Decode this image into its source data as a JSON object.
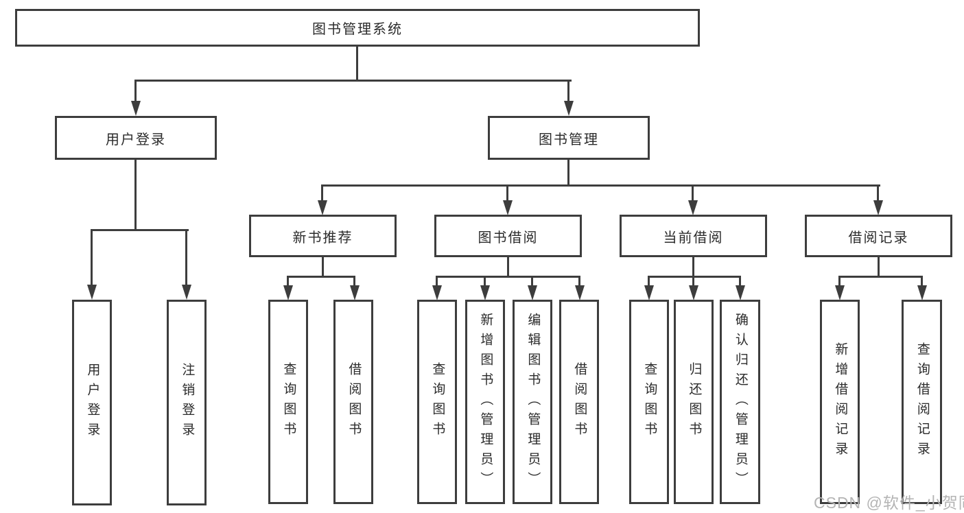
{
  "colors": {
    "line": "#3d3d3d",
    "text": "#2b2b2b",
    "box_bg": "#ffffff",
    "bg": "#ffffff",
    "watermark": "#b4b4b4"
  },
  "nodes": {
    "root": "图书管理系统",
    "user_login": "用户登录",
    "book_mgmt": "图书管理",
    "ul_user_login": "用户登录",
    "ul_logout": "注销登录",
    "new_book_rec": "新书推荐",
    "book_borrow": "图书借阅",
    "current_borrow": "当前借阅",
    "borrow_records": "借阅记录",
    "nb_query": "查询图书",
    "nb_borrow": "借阅图书",
    "bb_query": "查询图书",
    "bb_add": "新增图书（管理员）",
    "bb_edit": "编辑图书（管理员）",
    "bb_borrow": "借阅图书",
    "cb_query": "查询图书",
    "cb_return": "归还图书",
    "cb_confirm": "确认归还（管理员）",
    "br_add": "新增借阅记录",
    "br_query": "查询借阅记录"
  },
  "edges": [
    [
      "root",
      "user_login"
    ],
    [
      "root",
      "book_mgmt"
    ],
    [
      "user_login",
      "ul_user_login"
    ],
    [
      "user_login",
      "ul_logout"
    ],
    [
      "book_mgmt",
      "new_book_rec"
    ],
    [
      "book_mgmt",
      "book_borrow"
    ],
    [
      "book_mgmt",
      "current_borrow"
    ],
    [
      "book_mgmt",
      "borrow_records"
    ],
    [
      "new_book_rec",
      "nb_query"
    ],
    [
      "new_book_rec",
      "nb_borrow"
    ],
    [
      "book_borrow",
      "bb_query"
    ],
    [
      "book_borrow",
      "bb_add"
    ],
    [
      "book_borrow",
      "bb_edit"
    ],
    [
      "book_borrow",
      "bb_borrow"
    ],
    [
      "current_borrow",
      "cb_query"
    ],
    [
      "current_borrow",
      "cb_return"
    ],
    [
      "current_borrow",
      "cb_confirm"
    ],
    [
      "borrow_records",
      "br_add"
    ],
    [
      "borrow_records",
      "br_query"
    ]
  ],
  "watermark": "CSDN @软件_小贺同学"
}
